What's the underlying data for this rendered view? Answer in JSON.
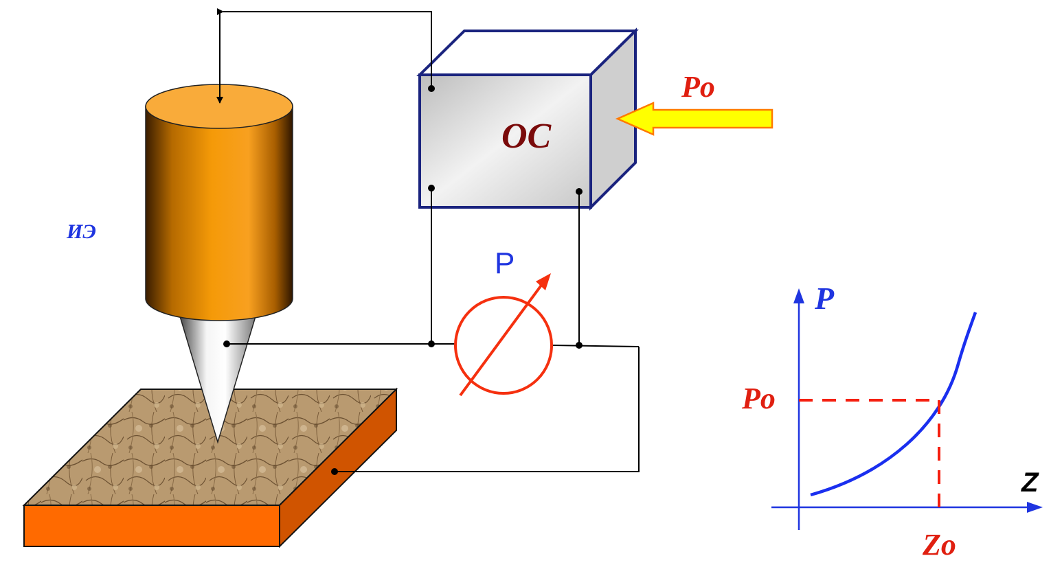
{
  "labels": {
    "ie": "ИЭ",
    "os": "ОС",
    "p_meter": "P",
    "p0_input": "Po",
    "graph_y": "P",
    "graph_x": "Z",
    "graph_p0": "Po",
    "graph_z0": "Zo"
  },
  "colors": {
    "cylinder": "#f59a08",
    "cylinder_top": "#f9ab3a",
    "box_border": "#1a237e",
    "box_fill": "#d9d9d9",
    "os_text": "#7a0a0a",
    "ie_text": "#1f35e0",
    "meter": "#f5300f",
    "arrow_input": "#ffff00",
    "arrow_input_border": "#ff7a00",
    "red_label": "#e01f10",
    "graph_axis": "#1f35e0",
    "graph_curve": "#1a2fef",
    "graph_dashed": "#f51f10",
    "plate_side": "#ff6a00",
    "plate_side_dark": "#cc5200",
    "surface": "#b89a72"
  }
}
